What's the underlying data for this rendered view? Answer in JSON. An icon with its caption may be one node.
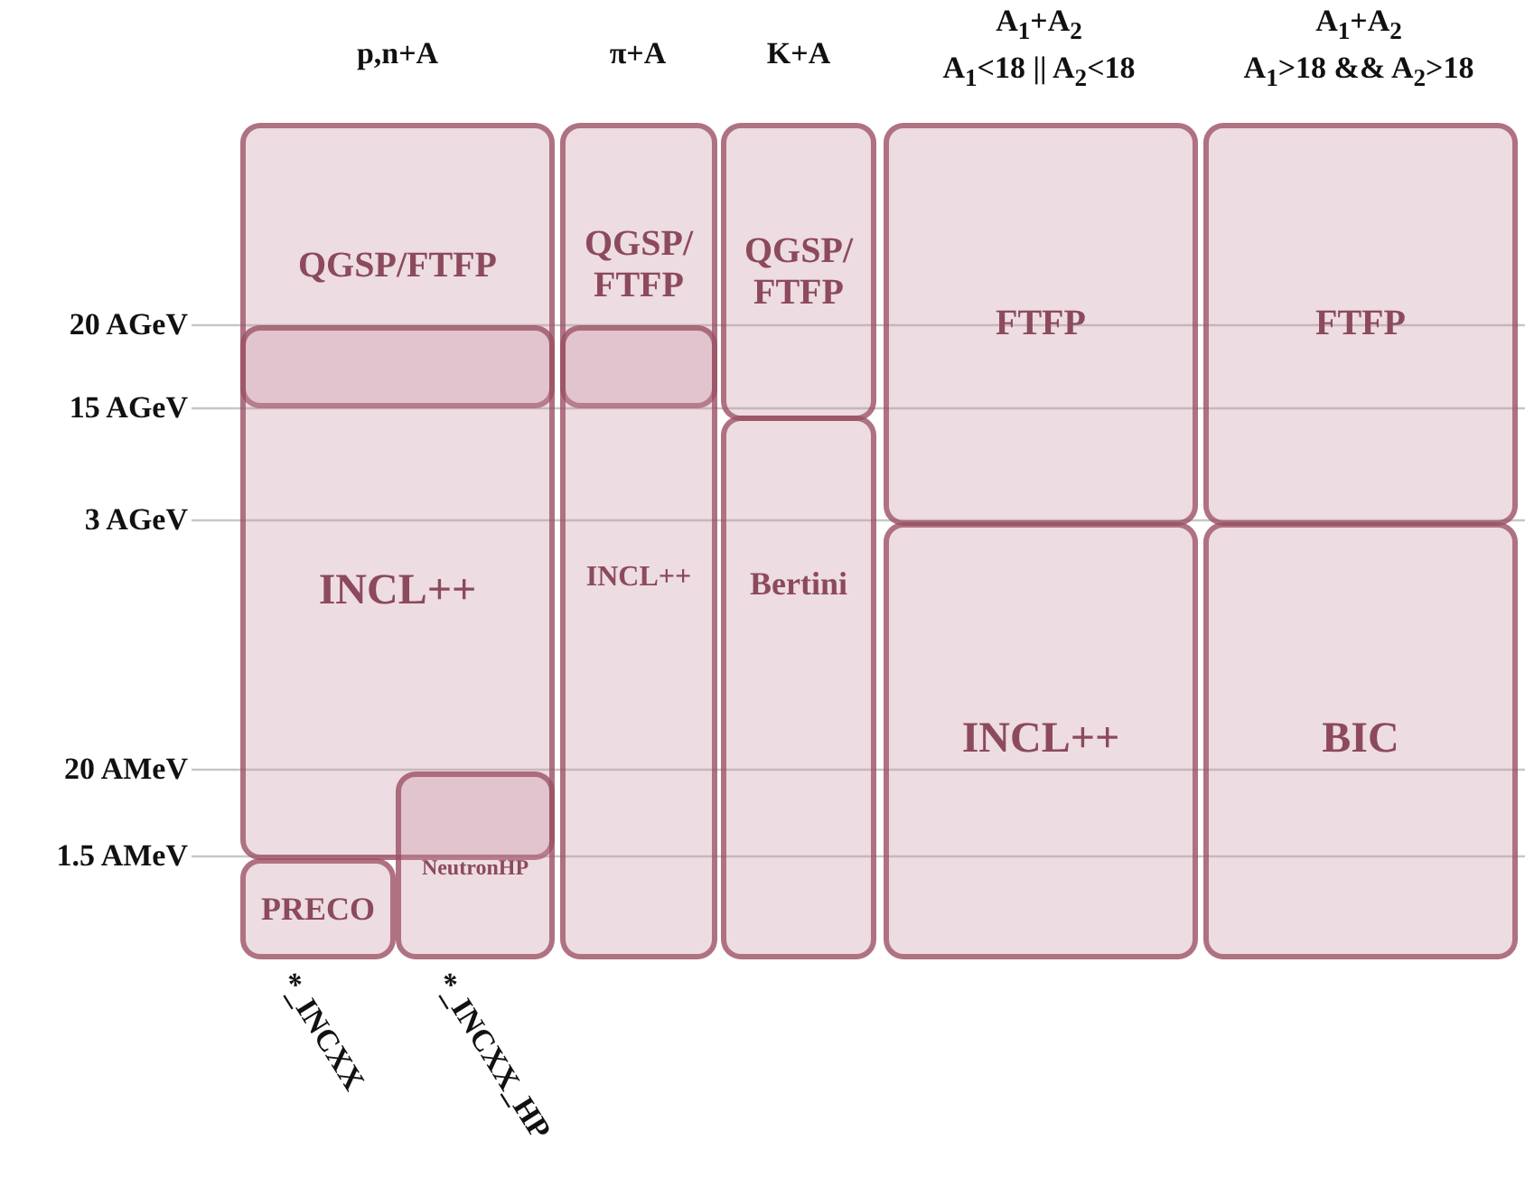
{
  "diagram": {
    "nodes": [
      {
        "text": [
          "QGSP/FTFP"
        ]
      },
      {
        "text": [
          "INCL++"
        ]
      },
      {
        "text": [
          "PRECO"
        ],
        "beside": [
          "*_INCXX"
        ]
      },
      {
        "text": [
          "NeutronHP"
        ],
        "beside": [
          "*_INCXX_HP"
        ]
      },
      {
        "text": [
          "QGSP/ FTFP"
        ]
      },
      {
        "text": [
          "INCL++"
        ]
      },
      {
        "text": [
          "QGSP/ FTFP"
        ]
      },
      {
        "text": [
          "Bertini"
        ]
      },
      {
        "text": [
          "FTFP"
        ]
      },
      {
        "text": [
          "INCL++"
        ]
      },
      {
        "text": [
          "FTFP"
        ]
      },
      {
        "text": [
          "BIC"
        ]
      }
    ],
    "labels": [
      "p,n+A",
      "π+A",
      "K+A",
      "A$_{1}$+A$_{2}$",
      "A$_{1}$<18 || A$_{2}$<18",
      "A$_{1}$+A$_{2}$",
      "A$_{1}$>18 && A$_{2}$>18",
      "20 AGeV",
      "15 AGeV",
      "3 AGeV",
      "20 AMeV",
      "1.5 AMeV"
    ]
  }
}
